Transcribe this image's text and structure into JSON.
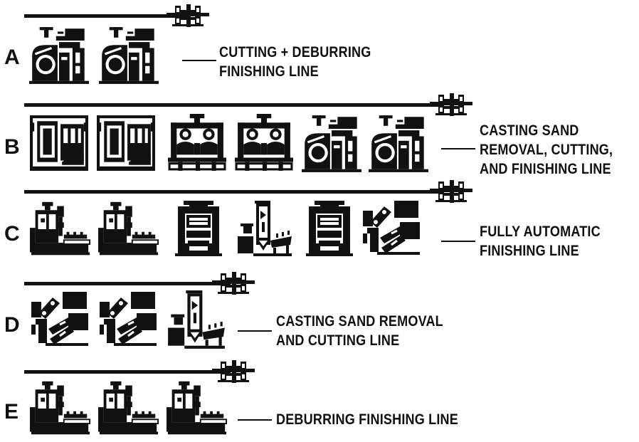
{
  "lines": [
    {
      "id": "A",
      "letter": "A",
      "label_lines": [
        "CUTTING + DEBURRING",
        "FINISHING LINE"
      ],
      "machines": [
        "cutting-cell-icon",
        "cutting-cell-icon"
      ]
    },
    {
      "id": "B",
      "letter": "B",
      "label_lines": [
        "CASTING SAND",
        "REMOVAL, CUTTING,",
        "AND FINISHING LINE"
      ],
      "machines": [
        "sand-removal-cabinet-icon",
        "sand-removal-cabinet-icon",
        "twin-press-icon",
        "twin-press-icon",
        "cutting-cell-icon",
        "cutting-cell-icon"
      ]
    },
    {
      "id": "C",
      "letter": "C",
      "label_lines": [
        "FULLY AUTOMATIC",
        "FINISHING LINE"
      ],
      "machines": [
        "deburring-machine-icon",
        "deburring-machine-icon",
        "press-frame-icon",
        "vertical-cutter-icon",
        "press-frame-icon",
        "robot-arm-icon"
      ]
    },
    {
      "id": "D",
      "letter": "D",
      "label_lines": [
        "CASTING SAND REMOVAL",
        "AND CUTTING LINE"
      ],
      "machines": [
        "robot-arm-icon",
        "robot-arm-icon",
        "vertical-cutter-icon"
      ]
    },
    {
      "id": "E",
      "letter": "E",
      "label_lines": [
        "DEBURRING FINISHING LINE"
      ],
      "machines": [
        "deburring-machine-icon",
        "deburring-machine-icon",
        "deburring-machine-icon"
      ]
    }
  ],
  "colors": {
    "ink": "#111111",
    "paper": "#ffffff"
  }
}
